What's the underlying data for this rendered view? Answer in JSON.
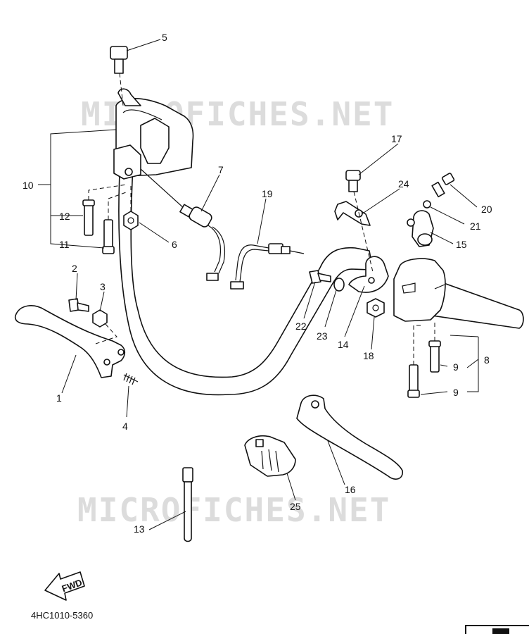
{
  "watermarks": [
    "MICROFICHES.NET",
    "MICROFICHES.NET"
  ],
  "callouts": {
    "c1": "1",
    "c2": "2",
    "c3": "3",
    "c4": "4",
    "c5": "5",
    "c6": "6",
    "c7": "7",
    "c8": "8",
    "c9a": "9",
    "c9b": "9",
    "c10": "10",
    "c11": "11",
    "c12": "12",
    "c13": "13",
    "c14": "14",
    "c15": "15",
    "c16": "16",
    "c17": "17",
    "c18": "18",
    "c19": "19",
    "c20": "20",
    "c21": "21",
    "c22": "22",
    "c23": "23",
    "c24": "24",
    "c25": "25"
  },
  "fwd_label": "FWD",
  "diagram_code": "4HC1010-5360"
}
